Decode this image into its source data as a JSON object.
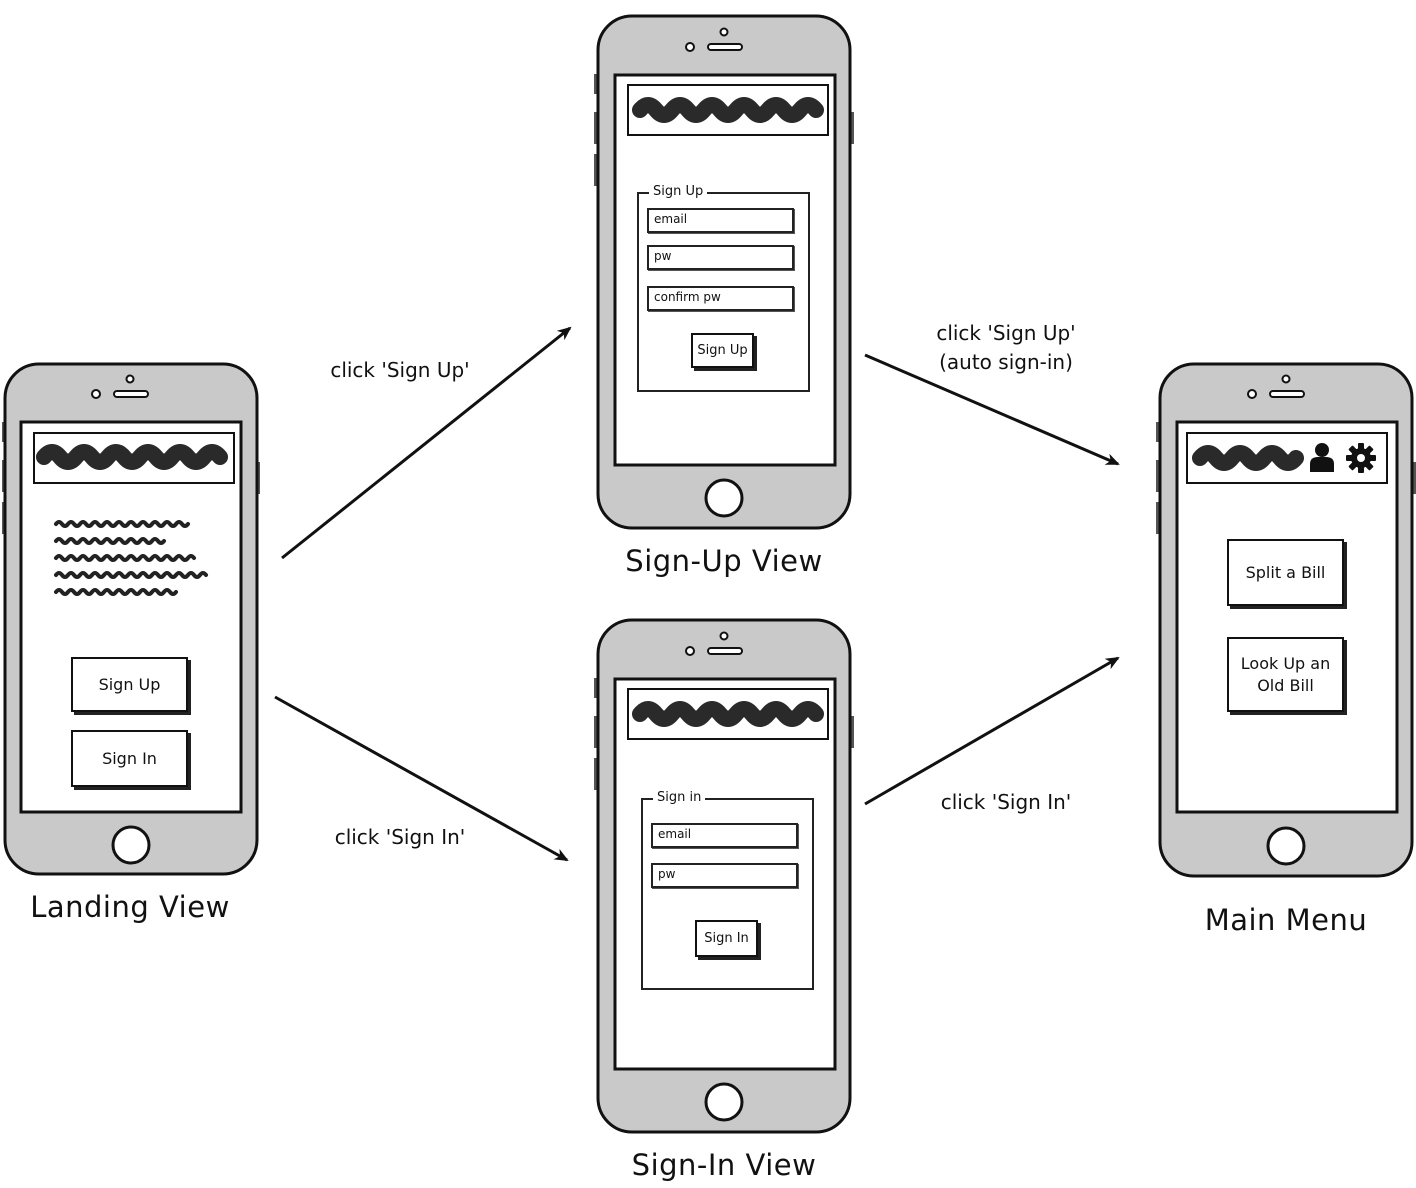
{
  "phones": {
    "landing": {
      "title": "Landing View",
      "buttons": {
        "sign_up": "Sign Up",
        "sign_in": "Sign In"
      }
    },
    "sign_up": {
      "title": "Sign-Up View",
      "form_legend": "Sign Up",
      "fields": {
        "email": "email",
        "pw": "pw",
        "confirm_pw": "confirm pw"
      },
      "submit": "Sign Up"
    },
    "sign_in": {
      "title": "Sign-In View",
      "form_legend": "Sign in",
      "fields": {
        "email": "email",
        "pw": "pw"
      },
      "submit": "Sign In"
    },
    "main_menu": {
      "title": "Main Menu",
      "icons": [
        "user-icon",
        "gear-icon"
      ],
      "buttons": {
        "split_bill": "Split a Bill",
        "look_up_line1": "Look Up an",
        "look_up_line2": "Old Bill"
      }
    }
  },
  "arrows": {
    "landing_to_signup": "click 'Sign Up'",
    "landing_to_signin": "click 'Sign In'",
    "signup_to_main_line1": "click 'Sign Up'",
    "signup_to_main_line2": "(auto sign-in)",
    "signin_to_main": "click 'Sign In'"
  }
}
